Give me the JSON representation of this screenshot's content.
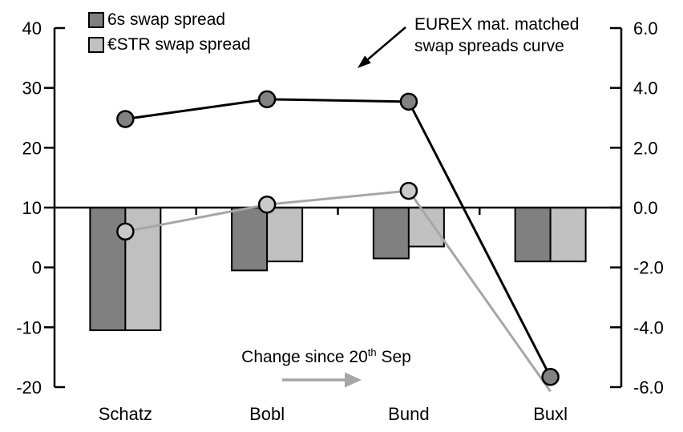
{
  "chart_data": {
    "type": "combo (bar + line)",
    "categories": [
      "Schatz",
      "Bobl",
      "Bund",
      "Buxl"
    ],
    "bar_series": [
      {
        "name": "6s swap spread",
        "axis": "right",
        "color": "#808080",
        "values": [
          -4.1,
          -2.1,
          -1.7,
          -1.8
        ]
      },
      {
        "name": "€STR swap spread",
        "axis": "right",
        "color": "#c0c0c0",
        "values": [
          -4.1,
          -1.8,
          -1.3,
          -1.8
        ]
      }
    ],
    "line_series": [
      {
        "name": "6s swap spread curve (EUREX mat. matched)",
        "axis": "left",
        "color": "#000000",
        "marker_fill": "#828282",
        "values": [
          24.8,
          28.1,
          27.7,
          -18.3
        ]
      },
      {
        "name": "€STR swap spread curve (EUREX mat. matched)",
        "axis": "left",
        "color": "#a6a6a6",
        "marker_fill": "#c9c9c9",
        "values": [
          6.0,
          10.5,
          12.8,
          -20.7
        ]
      }
    ],
    "left_axis": {
      "ticks": [
        "40",
        "30",
        "20",
        "10",
        "0",
        "-10",
        "-20"
      ],
      "min": -20,
      "max": 40
    },
    "right_axis": {
      "ticks": [
        "6.0",
        "4.0",
        "2.0",
        "0.0",
        "-2.0",
        "-4.0",
        "-6.0"
      ],
      "min": -6,
      "max": 6
    },
    "layout_hints": {
      "bars_plot": "change since 20th Sep, right axis, zero baseline aligned with left-axis value 10",
      "lines_plot": "spread level curves, left axis",
      "grid": "off",
      "legend_position": "top-left inside plot"
    }
  },
  "legend": {
    "items": [
      {
        "label": "6s swap spread",
        "color": "#808080"
      },
      {
        "label": "€STR swap spread",
        "color": "#c0c0c0"
      }
    ]
  },
  "annotations": {
    "curve_label_line1": "EUREX mat. matched",
    "curve_label_line2": "swap spreads curve",
    "change_label_prefix": "Change since 20",
    "change_label_sup": "th",
    "change_label_suffix": " Sep",
    "arrow_color_black": "#000000",
    "arrow_color_grey": "#a6a6a6"
  }
}
